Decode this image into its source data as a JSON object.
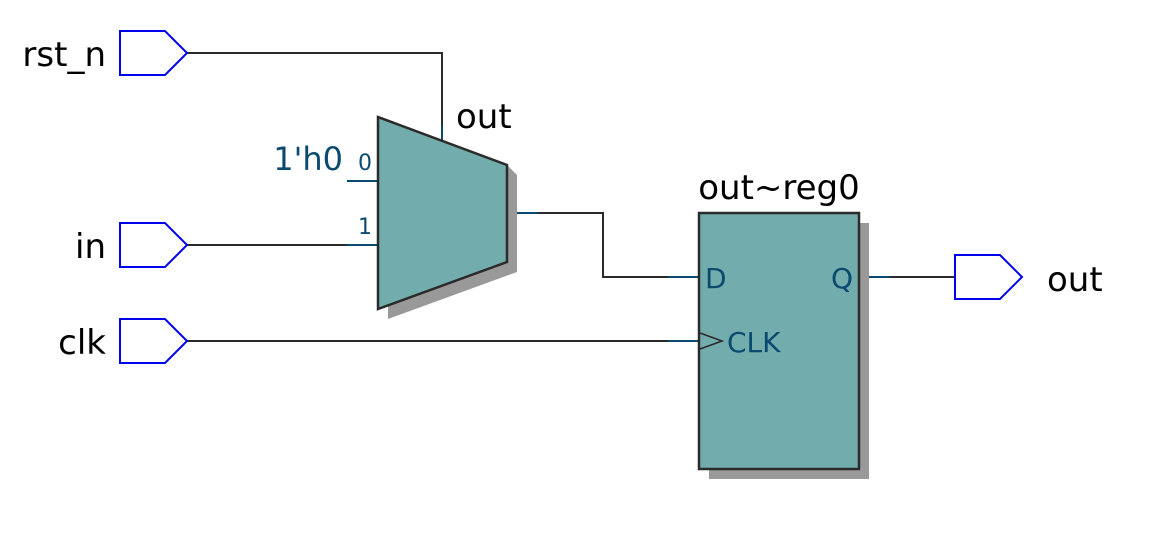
{
  "diagram": {
    "type": "RTL schematic",
    "inputs": [
      {
        "id": "rst_n",
        "label": "rst_n"
      },
      {
        "id": "in",
        "label": "in"
      },
      {
        "id": "clk",
        "label": "clk"
      }
    ],
    "outputs": [
      {
        "id": "out",
        "label": "out"
      }
    ],
    "mux": {
      "name": "out",
      "const_input": "1'h0",
      "pin0": "0",
      "pin1": "1"
    },
    "register": {
      "name": "out~reg0",
      "pin_d": "D",
      "pin_q": "Q",
      "pin_clk": "CLK"
    },
    "connections": [
      {
        "from": "rst_n",
        "to": "out (mux select)"
      },
      {
        "from": "1'h0",
        "to": "out (mux input 0)"
      },
      {
        "from": "in",
        "to": "out (mux input 1)"
      },
      {
        "from": "out (mux output)",
        "to": "out~reg0.D"
      },
      {
        "from": "clk",
        "to": "out~reg0.CLK"
      },
      {
        "from": "out~reg0.Q",
        "to": "out"
      }
    ],
    "colors": {
      "block_fill": "#72acac",
      "port_stroke": "#0000ee",
      "pin_label": "#0b4a6f",
      "shadow": "#999999",
      "wire": "#2b2b2b"
    }
  }
}
